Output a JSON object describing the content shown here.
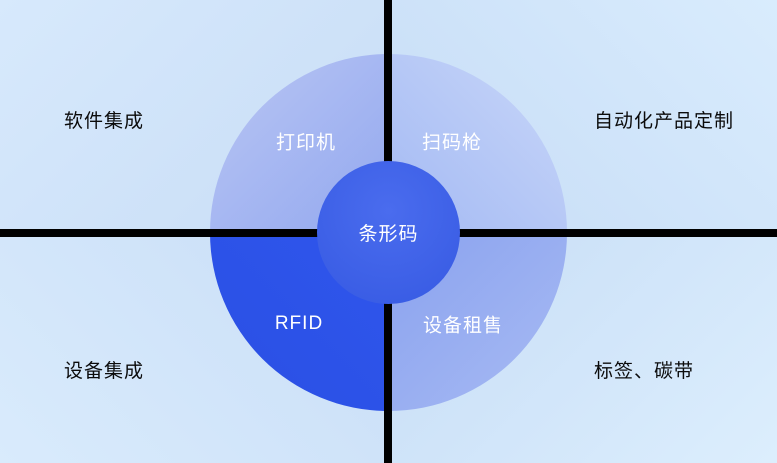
{
  "diagram": {
    "center": {
      "label": "条形码"
    },
    "ring": {
      "top_left": "打印机",
      "top_right": "扫码枪",
      "bottom_left": "RFID",
      "bottom_right": "设备租售"
    },
    "corners": {
      "top_left": "软件集成",
      "top_right": "自动化产品定制",
      "bottom_left": "设备集成",
      "bottom_right": "标签、碳带"
    },
    "colors": {
      "background": "#cfe3f9",
      "divider": "#000000",
      "center_circle": "#3c5fe6",
      "ring_top_left": "#9dafef",
      "ring_top_right": "#b3c5f5",
      "ring_bottom_left": "#2b51e8",
      "ring_bottom_right": "#95aaf0",
      "ring_text": "#ffffff",
      "corner_text": "#0b0b0b"
    }
  }
}
